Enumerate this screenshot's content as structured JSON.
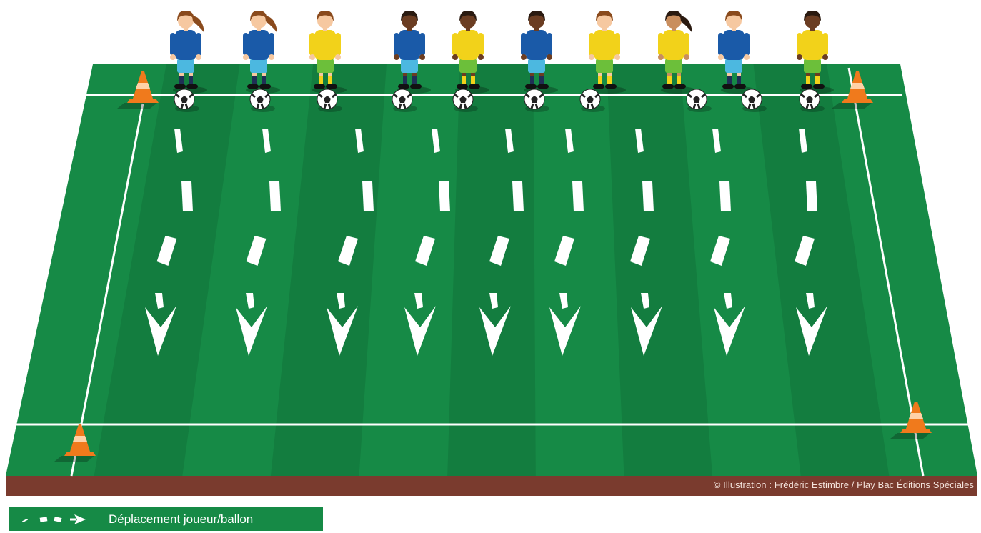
{
  "credit": "© Illustration : Frédéric Estimbre / Play Bac Éditions Spéciales",
  "legend": {
    "label": "Déplacement joueur/ballon",
    "icon": "dashed-arrow-icon"
  },
  "players": [
    {
      "kit": "blue",
      "skin": "light",
      "hair": "brown",
      "ponytail": true
    },
    {
      "kit": "blue",
      "skin": "light",
      "hair": "brown",
      "ponytail": true
    },
    {
      "kit": "yellow",
      "skin": "light",
      "hair": "brown",
      "ponytail": false
    },
    {
      "kit": "blue",
      "skin": "dark",
      "hair": "black",
      "ponytail": false
    },
    {
      "kit": "yellow",
      "skin": "dark",
      "hair": "black",
      "ponytail": false
    },
    {
      "kit": "blue",
      "skin": "dark",
      "hair": "black",
      "ponytail": false
    },
    {
      "kit": "yellow",
      "skin": "light",
      "hair": "brown",
      "ponytail": false
    },
    {
      "kit": "yellow",
      "skin": "medium",
      "hair": "black",
      "ponytail": true
    },
    {
      "kit": "blue",
      "skin": "light",
      "hair": "brown",
      "ponytail": false
    },
    {
      "kit": "yellow",
      "skin": "dark",
      "hair": "black",
      "ponytail": false
    }
  ],
  "colors": {
    "pitch": "#168a46",
    "stripe_dark": "#137d3f",
    "line": "#ffffff",
    "base": "#7a3b2e",
    "cone": "#f07a1c",
    "kit_blue": "#1a5aa8",
    "kit_yellow": "#f2d21a",
    "shorts_blue": "#4cb8e0",
    "shorts_green": "#6cbf3a"
  }
}
